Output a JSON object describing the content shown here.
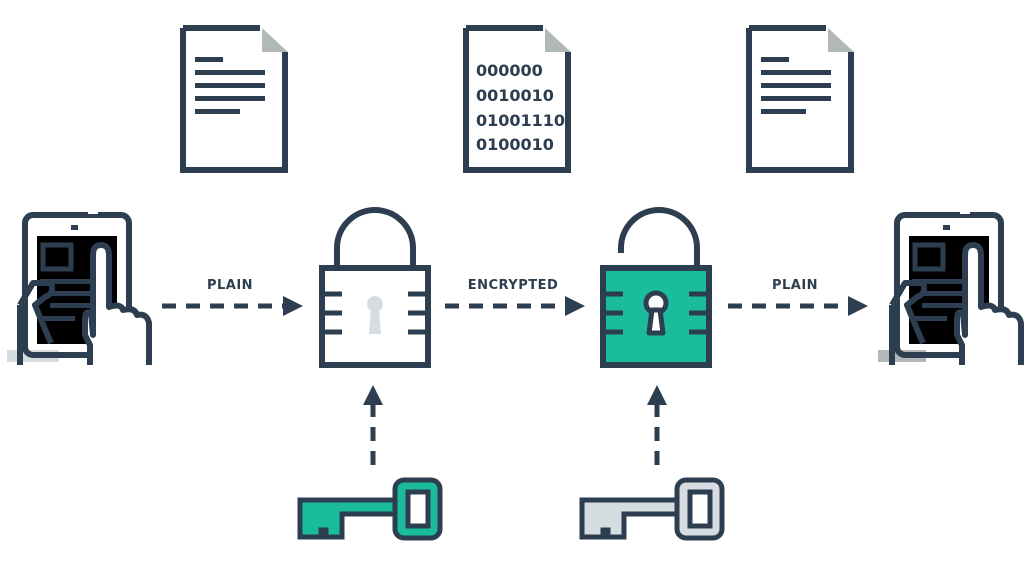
{
  "colors": {
    "dark": "#2d3e50",
    "accent": "#1abc9c",
    "light": "#d5dde0",
    "fold": "#b1b8b8"
  },
  "labels": {
    "step1": "PLAIN",
    "step2": "ENCRYPTED",
    "step3": "PLAIN"
  },
  "encrypted_document": {
    "lines": [
      "000000",
      "0010010",
      "01001110",
      "0100010"
    ]
  },
  "icons": [
    "plain-document-icon",
    "encrypted-document-icon",
    "sender-tablet-icon",
    "closed-padlock-icon",
    "open-padlock-icon",
    "receiver-tablet-icon",
    "encryption-key-icon",
    "decryption-key-icon"
  ]
}
